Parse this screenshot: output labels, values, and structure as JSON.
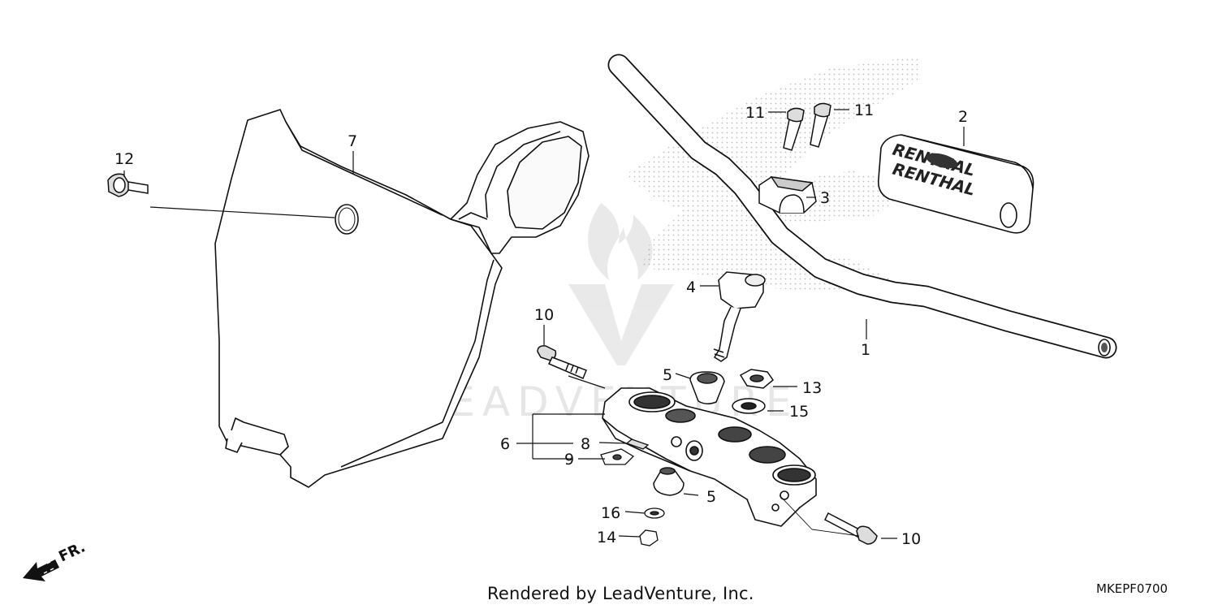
{
  "diagram": {
    "code": "MKEPF0700",
    "credit": "Rendered by LeadVenture, Inc.",
    "watermark": "LEADVENTURE",
    "logo_text": "RENTHAL",
    "direction_label": "FR.",
    "callouts": [
      "1",
      "2",
      "3",
      "4",
      "5",
      "5",
      "6",
      "7",
      "8",
      "9",
      "10",
      "10",
      "11",
      "11",
      "12",
      "13",
      "14",
      "15",
      "16"
    ]
  }
}
